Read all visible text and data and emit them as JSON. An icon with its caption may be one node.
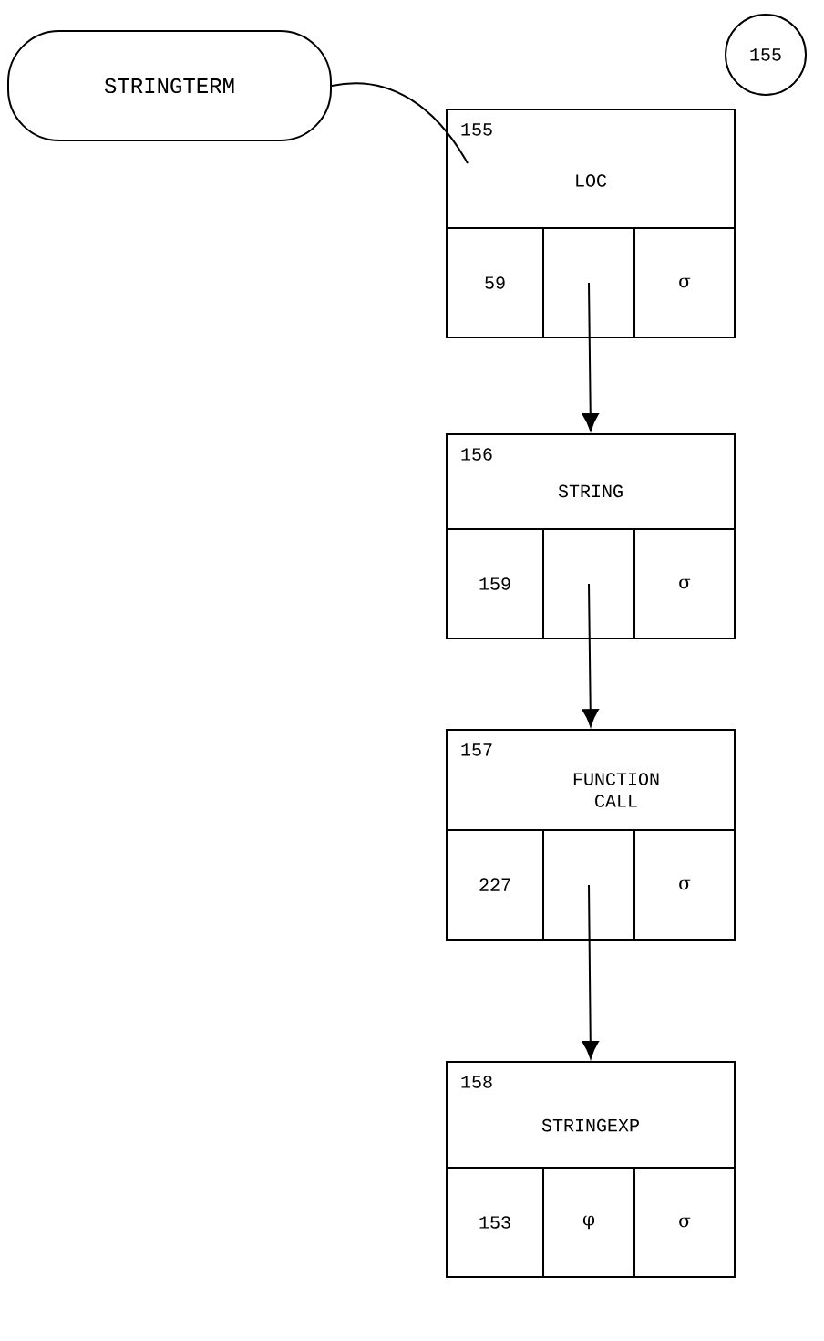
{
  "diagram": {
    "nodes": [
      {
        "text": [
          "STRINGTERM"
        ]
      },
      {
        "text": [
          "155"
        ]
      },
      {
        "text": [
          "155",
          "LOC"
        ]
      },
      {
        "text": [
          "59"
        ]
      },
      {
        "text": [],
        "shape": "box"
      },
      {
        "text": [
          "σ"
        ]
      },
      {
        "text": [
          "156",
          "STRING"
        ]
      },
      {
        "text": [
          "159"
        ]
      },
      {
        "text": [],
        "shape": "box"
      },
      {
        "text": [
          "σ"
        ]
      },
      {
        "text": [
          "157",
          "FUNCTION CALL"
        ]
      },
      {
        "text": [
          "227"
        ]
      },
      {
        "text": [],
        "shape": "box"
      },
      {
        "text": [
          "σ"
        ]
      },
      {
        "text": [
          "158",
          "STRINGEXP"
        ]
      },
      {
        "text": [
          "153"
        ]
      },
      {
        "text": [
          "φ"
        ]
      },
      {
        "text": [
          "σ"
        ]
      }
    ],
    "edges": [
      {
        "from": 0,
        "to": 2,
        "arrow": "none"
      },
      {
        "from": 4,
        "to": 6,
        "arrow": "to"
      },
      {
        "from": 8,
        "to": 10,
        "arrow": "to"
      },
      {
        "from": 12,
        "to": 14,
        "arrow": "to"
      }
    ]
  }
}
